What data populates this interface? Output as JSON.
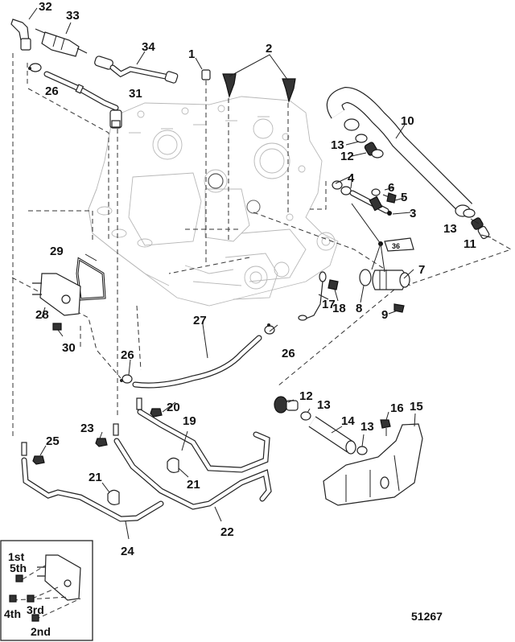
{
  "diagram": {
    "type": "exploded-parts-diagram",
    "figure_number": "51267",
    "callouts": [
      {
        "id": "c1",
        "label": "1"
      },
      {
        "id": "c2",
        "label": "2"
      },
      {
        "id": "c3",
        "label": "3"
      },
      {
        "id": "c4",
        "label": "4"
      },
      {
        "id": "c5",
        "label": "5"
      },
      {
        "id": "c6",
        "label": "6"
      },
      {
        "id": "c7",
        "label": "7"
      },
      {
        "id": "c8",
        "label": "8"
      },
      {
        "id": "c9",
        "label": "9"
      },
      {
        "id": "c10",
        "label": "10"
      },
      {
        "id": "c11",
        "label": "11"
      },
      {
        "id": "c12a",
        "label": "12"
      },
      {
        "id": "c12b",
        "label": "12"
      },
      {
        "id": "c13a",
        "label": "13"
      },
      {
        "id": "c13b",
        "label": "13"
      },
      {
        "id": "c13c",
        "label": "13"
      },
      {
        "id": "c13d",
        "label": "13"
      },
      {
        "id": "c14",
        "label": "14"
      },
      {
        "id": "c15",
        "label": "15"
      },
      {
        "id": "c16",
        "label": "16"
      },
      {
        "id": "c17",
        "label": "17"
      },
      {
        "id": "c18",
        "label": "18"
      },
      {
        "id": "c19",
        "label": "19"
      },
      {
        "id": "c20",
        "label": "20"
      },
      {
        "id": "c21a",
        "label": "21"
      },
      {
        "id": "c21b",
        "label": "21"
      },
      {
        "id": "c22",
        "label": "22"
      },
      {
        "id": "c23",
        "label": "23"
      },
      {
        "id": "c24",
        "label": "24"
      },
      {
        "id": "c25",
        "label": "25"
      },
      {
        "id": "c26a",
        "label": "26"
      },
      {
        "id": "c26b",
        "label": "26"
      },
      {
        "id": "c26c",
        "label": "26"
      },
      {
        "id": "c27",
        "label": "27"
      },
      {
        "id": "c28",
        "label": "28"
      },
      {
        "id": "c29",
        "label": "29"
      },
      {
        "id": "c30",
        "label": "30"
      },
      {
        "id": "c31",
        "label": "31"
      },
      {
        "id": "c32",
        "label": "32"
      },
      {
        "id": "c33",
        "label": "33"
      },
      {
        "id": "c34",
        "label": "34"
      }
    ],
    "sealant_tube_label": "36",
    "inset": {
      "torque_sequence": [
        "1st",
        "5th",
        "4th",
        "3rd",
        "2nd"
      ]
    }
  }
}
